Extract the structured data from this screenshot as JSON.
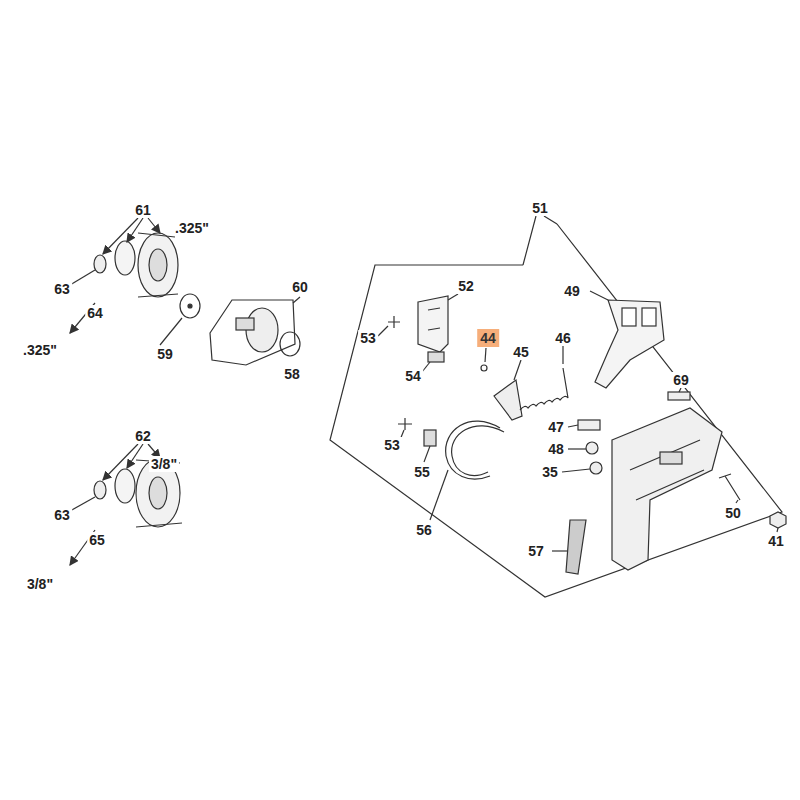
{
  "diagram": {
    "labels": [
      "61",
      ".325\"",
      "63",
      "64",
      ".325\"",
      "59",
      "60",
      "58",
      "62",
      "3/8\"",
      "63",
      "65",
      "3/8\"",
      "51",
      "52",
      "49",
      "53",
      "44",
      "45",
      "46",
      "54",
      "69",
      "47",
      "48",
      "53",
      "55",
      "35",
      "56",
      "50",
      "41",
      "57"
    ]
  }
}
